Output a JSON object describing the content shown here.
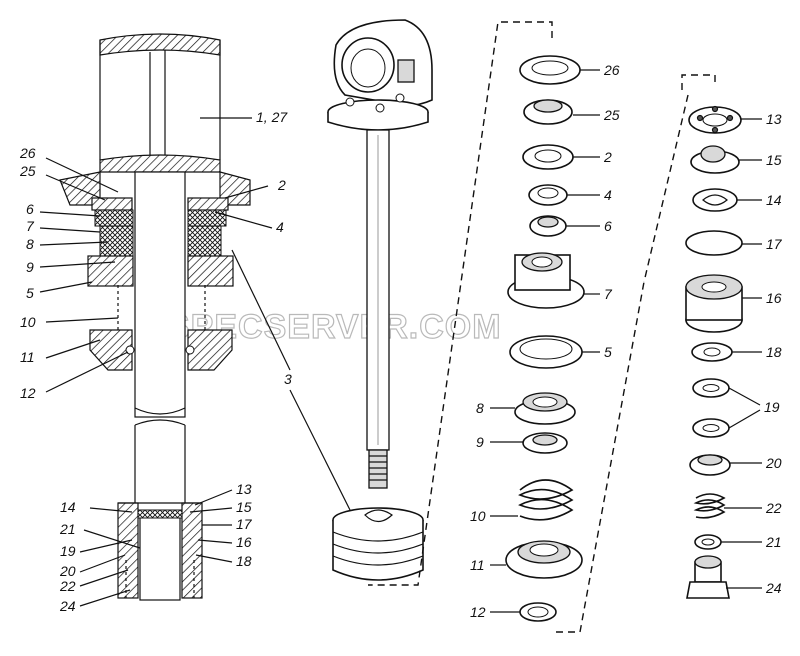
{
  "watermark": "SPECSERVER.COM",
  "callouts": {
    "assembly_left": {
      "c26": "26",
      "c25": "25",
      "c6": "6",
      "c7": "7",
      "c8": "8",
      "c9": "9",
      "c5": "5",
      "c10": "10",
      "c11": "11",
      "c12": "12",
      "c2": "2",
      "c4": "4",
      "c1_27": "1, 27",
      "c3": "3"
    },
    "assembly_bottom": {
      "c14": "14",
      "c21": "21",
      "c19": "19",
      "c20": "20",
      "c22": "22",
      "c24": "24",
      "c13": "13",
      "c15": "15",
      "c17": "17",
      "c16": "16",
      "c18": "18"
    },
    "column_middle": [
      "26",
      "25",
      "2",
      "4",
      "6",
      "7",
      "5",
      "8",
      "9",
      "10",
      "11",
      "12"
    ],
    "column_right": [
      "13",
      "15",
      "14",
      "17",
      "16",
      "18",
      "19",
      "20",
      "22",
      "21",
      "24"
    ]
  }
}
